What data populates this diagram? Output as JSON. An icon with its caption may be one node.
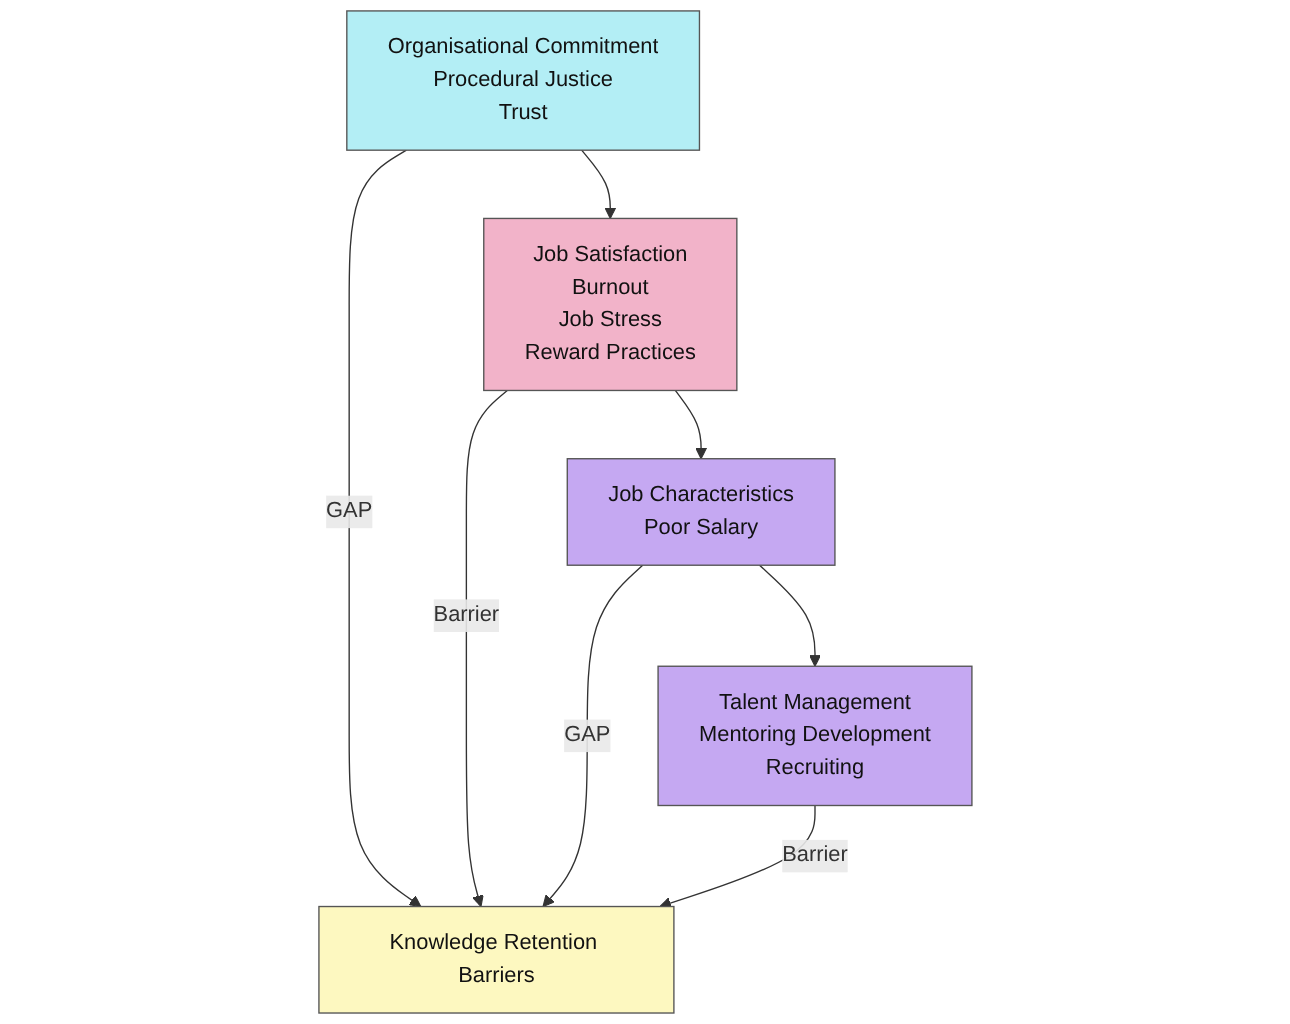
{
  "diagram": {
    "nodes": [
      {
        "text": [
          "Organisational Commitment",
          "Procedural Justice",
          "Trust"
        ]
      },
      {
        "text": [
          "Job Satisfaction",
          "Burnout",
          "Job Stress",
          "Reward Practices"
        ]
      },
      {
        "text": [
          "Job Characteristics",
          "Poor Salary"
        ]
      },
      {
        "text": [
          "Talent Management",
          "Mentoring Development",
          "Recruiting"
        ]
      },
      {
        "text": [
          "Knowledge Retention Barriers"
        ]
      }
    ],
    "edges": [
      {
        "from": 0,
        "to": 1,
        "arrow": "to"
      },
      {
        "from": 1,
        "to": 2,
        "arrow": "to"
      },
      {
        "from": 2,
        "to": 3,
        "arrow": "to"
      },
      {
        "from": 0,
        "to": 4,
        "arrow": "to",
        "label": "GAP"
      },
      {
        "from": 1,
        "to": 4,
        "arrow": "to",
        "label": "Barrier"
      },
      {
        "from": 2,
        "to": 4,
        "arrow": "to",
        "label": "GAP"
      },
      {
        "from": 3,
        "to": 4,
        "arrow": "to",
        "label": "Barrier"
      }
    ]
  }
}
